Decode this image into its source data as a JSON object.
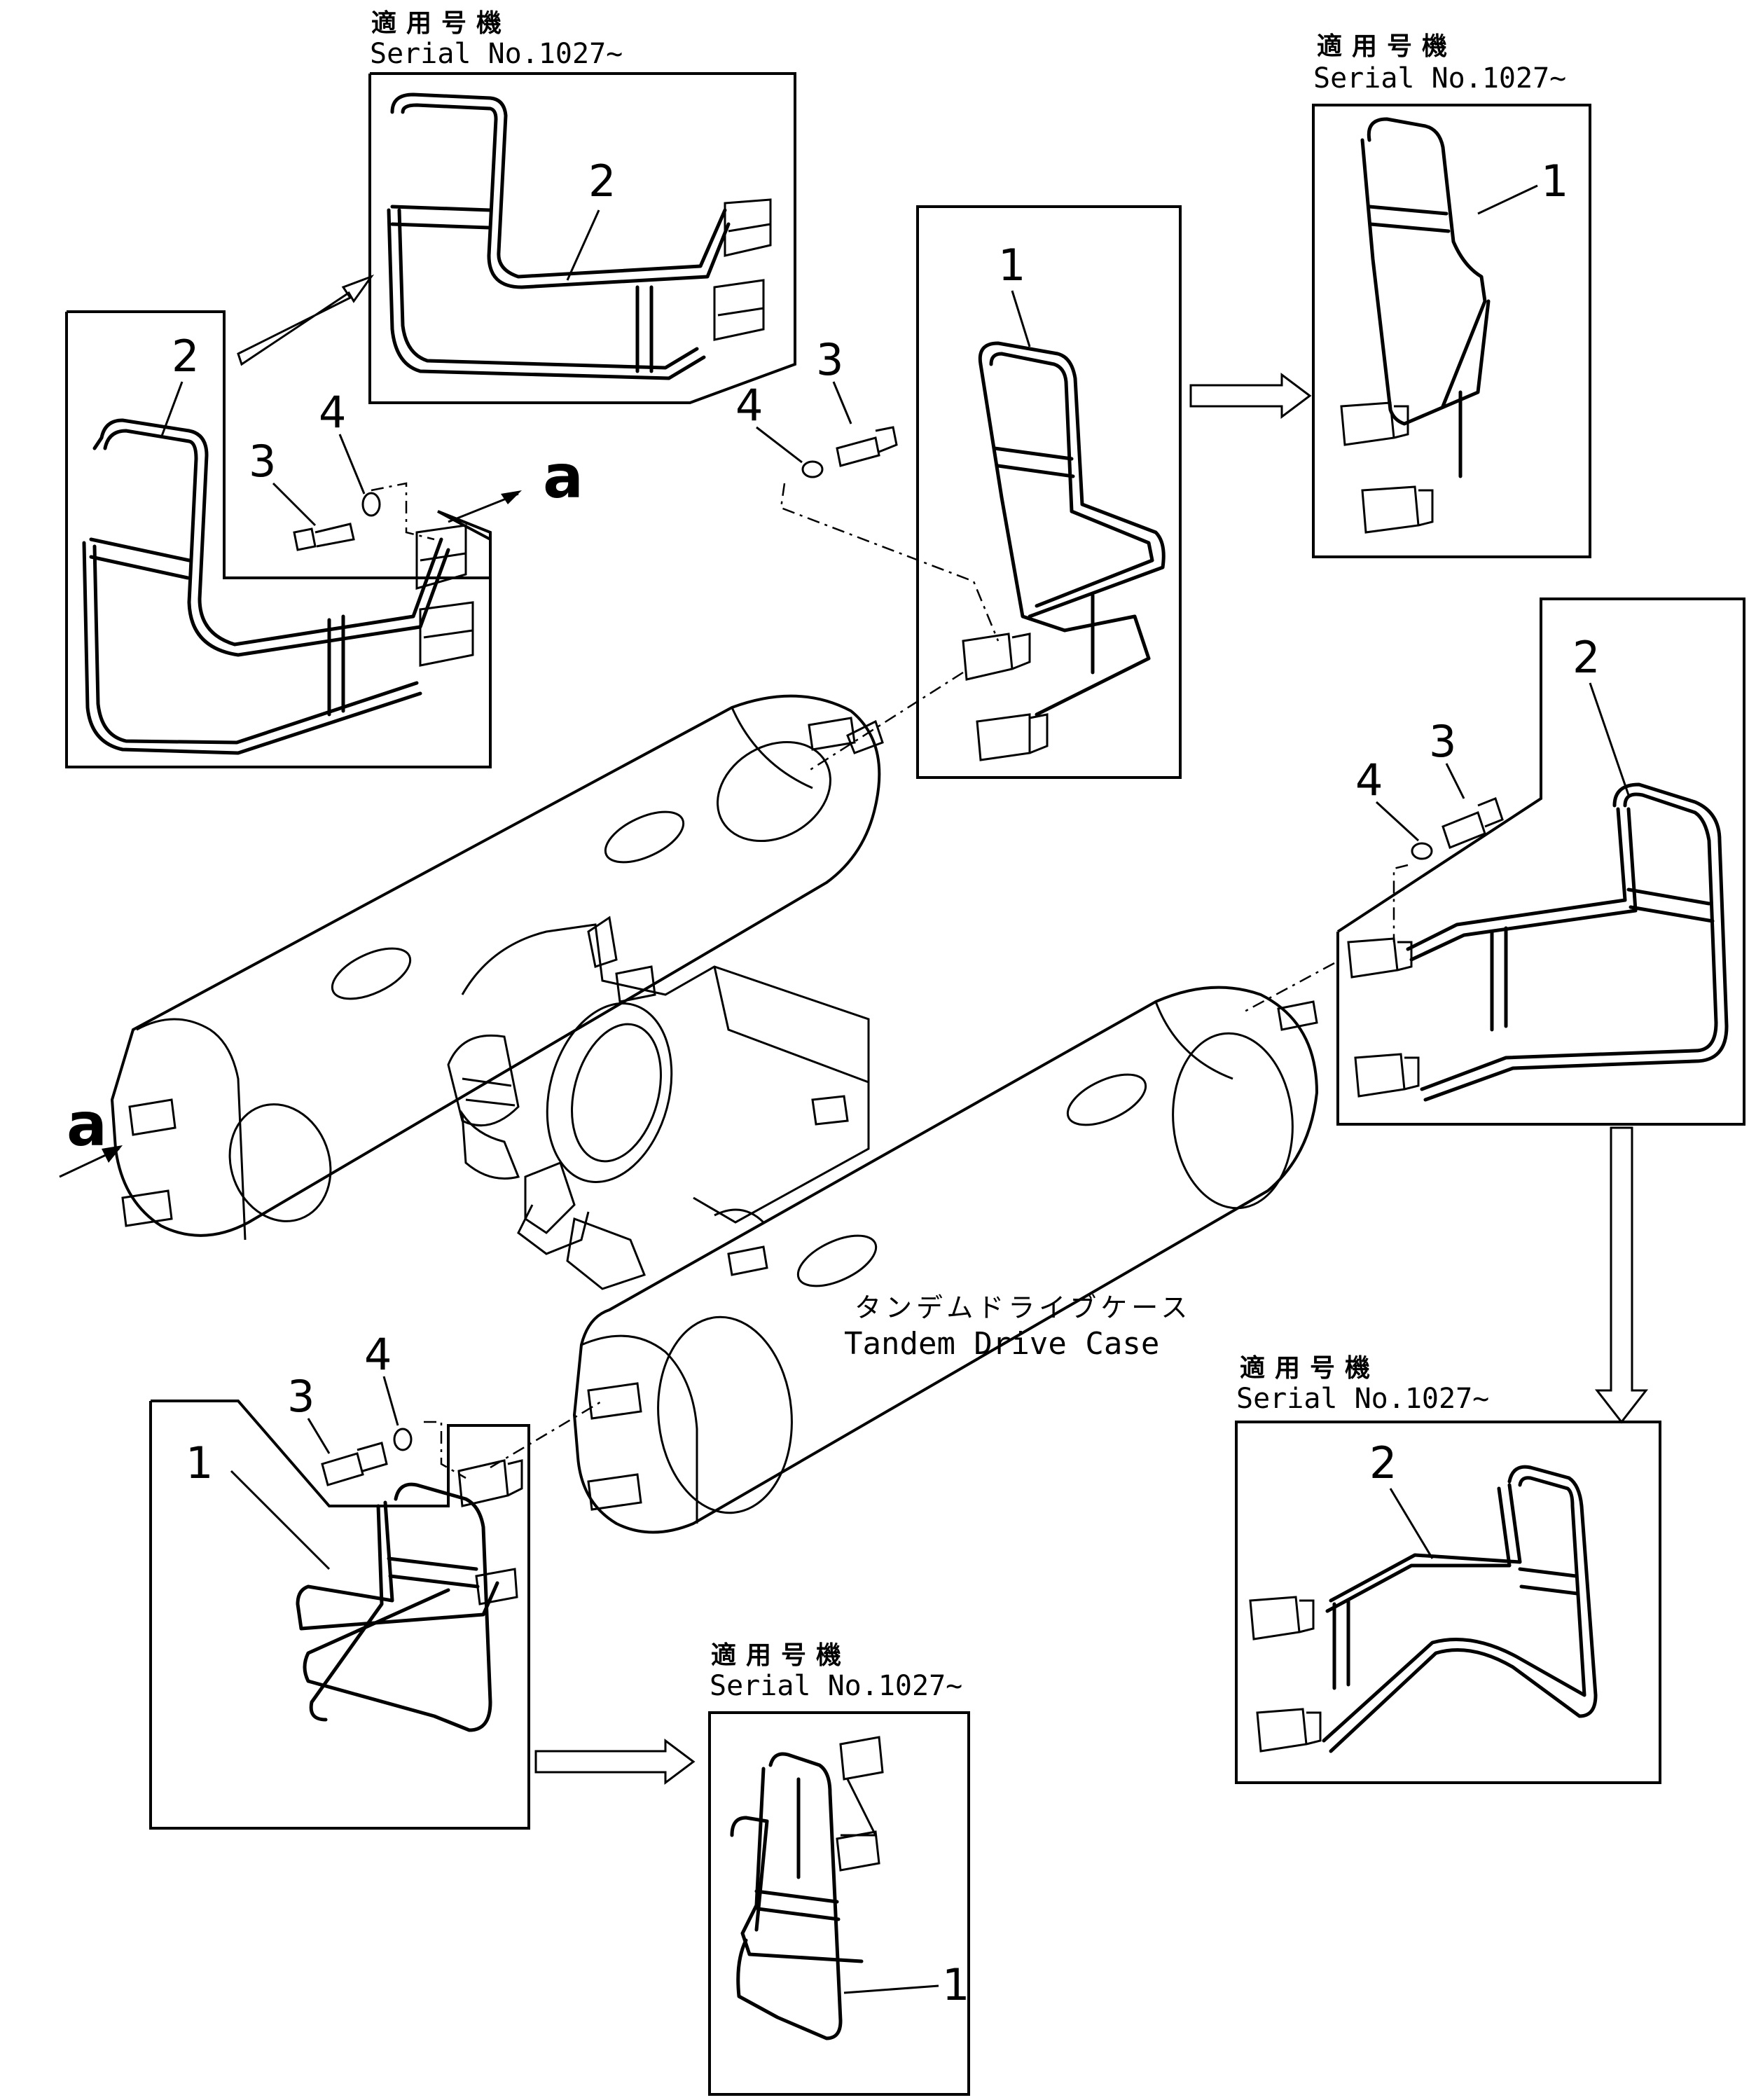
{
  "diagram": {
    "case_label_jp": "タンデムドライブケース",
    "case_label_en": "Tandem Drive Case",
    "applicable_jp": "適用号機",
    "serial": "Serial No.1027~",
    "view_marker": "a",
    "part_numbers": {
      "p1": "1",
      "p2": "2",
      "p3": "3",
      "p4": "4"
    }
  }
}
